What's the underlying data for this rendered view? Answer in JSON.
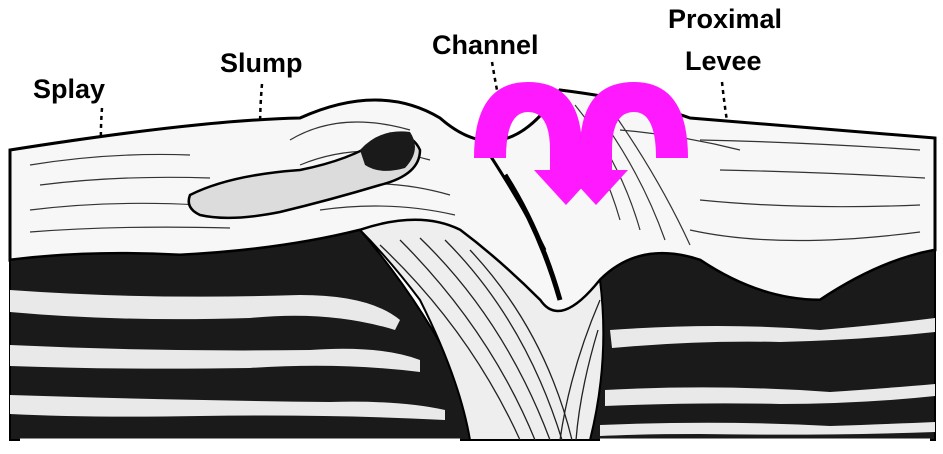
{
  "labels": {
    "splay": "Splay",
    "slump": "Slump",
    "channel": "Channel",
    "proximal_levee_line1": "Proximal",
    "proximal_levee_line2": "Levee"
  },
  "colors": {
    "ink": "#000000",
    "paper": "#ffffff",
    "arrow": "#ff19ff"
  },
  "icons": {
    "flow_arrows": "curved-overflow-arrow-icon"
  }
}
